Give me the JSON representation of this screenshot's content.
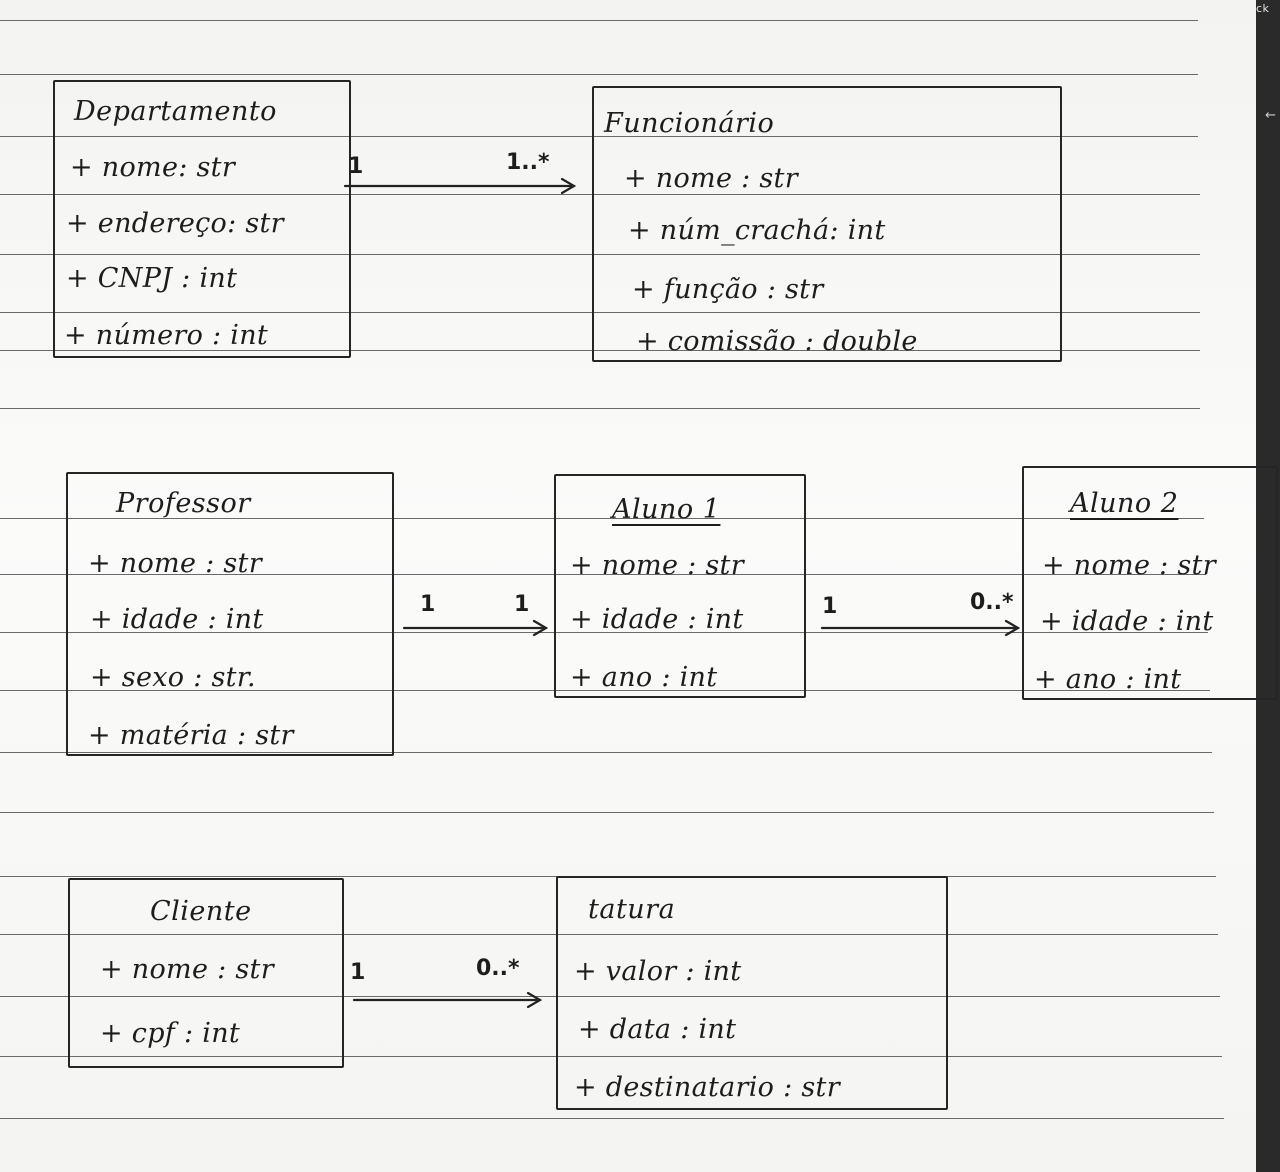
{
  "sidebar": {
    "label": "ck",
    "arrow_icon": "left-arrow-icon"
  },
  "classes": [
    {
      "id": "departamento",
      "name": "Departamento",
      "attributes": [
        "+ nome: str",
        "+ endereço: str",
        "+ CNPJ : int",
        "+ número : int"
      ]
    },
    {
      "id": "funcionario",
      "name": "Funcionário",
      "attributes": [
        "+ nome : str",
        "+ núm_crachá: int",
        "+ função : str",
        "+ comissão : double"
      ]
    },
    {
      "id": "professor",
      "name": "Professor",
      "attributes": [
        "+ nome : str",
        "+ idade : int",
        "+ sexo : str.",
        "+ matéria : str"
      ]
    },
    {
      "id": "aluno1",
      "name": "Aluno 1",
      "attributes": [
        "+ nome : str",
        "+ idade : int",
        "+ ano : int"
      ]
    },
    {
      "id": "aluno2",
      "name": "Aluno 2",
      "attributes": [
        "+ nome : str",
        "+ idade : int",
        "+ ano : int"
      ]
    },
    {
      "id": "cliente",
      "name": "Cliente",
      "attributes": [
        "+ nome : str",
        "+ cpf : int"
      ]
    },
    {
      "id": "tatuagem",
      "name": "tatura",
      "attributes": [
        "+ valor : int",
        "+ data : int",
        "+ destinatario : str"
      ]
    }
  ],
  "associations": [
    {
      "from": "Departamento",
      "to": "Funcionário",
      "source_multiplicity": "1",
      "target_multiplicity": "1..*"
    },
    {
      "from": "Professor",
      "to": "Aluno 1",
      "source_multiplicity": "1",
      "target_multiplicity": "1"
    },
    {
      "from": "Aluno 1",
      "to": "Aluno 2",
      "source_multiplicity": "1",
      "target_multiplicity": "0..*"
    },
    {
      "from": "Cliente",
      "to": "tatura",
      "source_multiplicity": "1",
      "target_multiplicity": "0..*"
    }
  ]
}
